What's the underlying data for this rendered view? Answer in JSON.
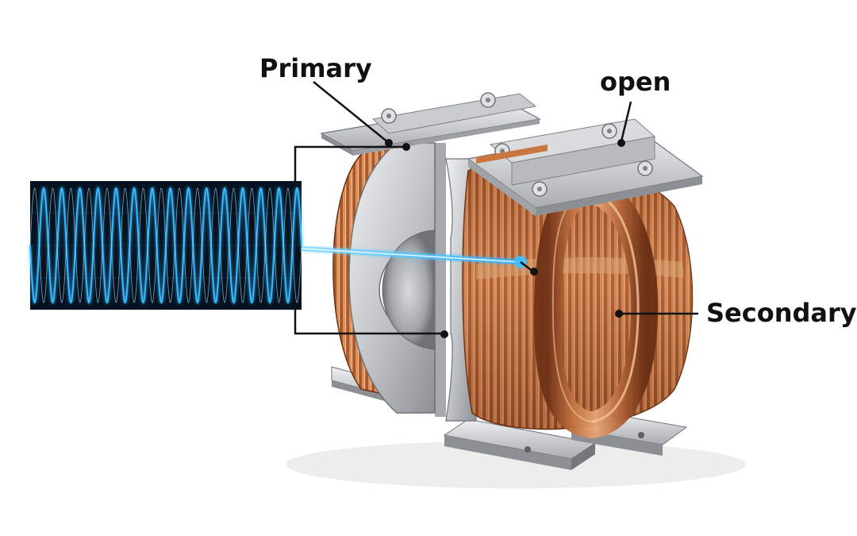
{
  "labels": {
    "primary": "Primary",
    "open": "open",
    "secondary": "Secondary"
  },
  "colors": {
    "background": "#ffffff",
    "copper": "#b4643a",
    "copper_dark": "#7a3a1c",
    "copper_light": "#e39a6a",
    "steel": "#b9bcc0",
    "steel_dark": "#7d8186",
    "steel_light": "#e4e6e8",
    "signal": "#2fb4ff",
    "scope_bg": "#06121f",
    "leader": "#111111"
  },
  "icons": {
    "waveform": "sine-wave-icon",
    "core": "split-core-transformer-icon"
  }
}
